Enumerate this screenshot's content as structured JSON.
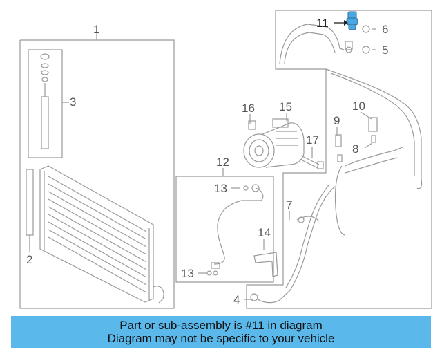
{
  "diagram": {
    "callouts": {
      "c1": "1",
      "c2": "2",
      "c3": "3",
      "c4": "4",
      "c5": "5",
      "c6": "6",
      "c7": "7",
      "c8": "8",
      "c9": "9",
      "c10": "10",
      "c11": "11",
      "c12": "12",
      "c13a": "13",
      "c13b": "13",
      "c14": "14",
      "c15": "15",
      "c16": "16",
      "c17": "17"
    },
    "highlighted_part": "11",
    "highlight_color": "#4aa8e0",
    "line_color": "#9a9a9a",
    "label_color": "#555555"
  },
  "banner": {
    "line1": "Part or sub-assembly is #11 in diagram",
    "line2": "Diagram may not be specific to your vehicle",
    "background": "#5ab8ea"
  }
}
